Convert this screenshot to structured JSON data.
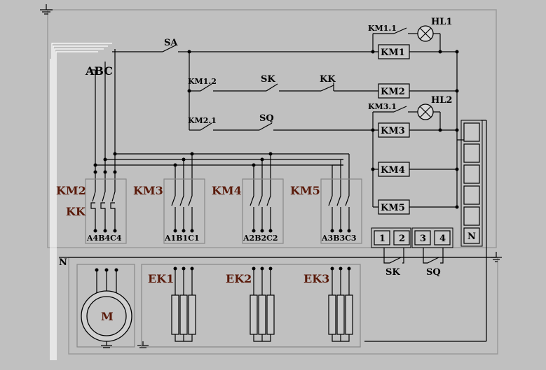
{
  "labels": {
    "phases": "ABC",
    "neutral_left": "N",
    "neutral_box": "N",
    "sa": "SA",
    "km1_1": "KM1.1",
    "hl1": "HL1",
    "km1_2": "KM1.2",
    "sk_top": "SK",
    "kk_top": "KK",
    "km3_1": "KM3.1",
    "hl2": "HL2",
    "km2_1": "KM2.1",
    "sq_top": "SQ",
    "coil_km1": "KM1",
    "coil_km2": "KM2",
    "coil_km3": "KM3",
    "coil_km4": "KM4",
    "coil_km5": "KM5",
    "block_km2": "KM2",
    "block_kk": "KK",
    "block_km3": "KM3",
    "block_km4": "KM4",
    "block_km5": "KM5",
    "term_a4b4c4": "A4B4C4",
    "term_a1b1c1": "A1B1C1",
    "term_a2b2c2": "A2B2C2",
    "term_a3b3c3": "A3B3C3",
    "t1": "1",
    "t2": "2",
    "t3": "3",
    "t4": "4",
    "sk_bottom": "SK",
    "sq_bottom": "SQ",
    "motor": "M",
    "ek1": "EK1",
    "ek2": "EK2",
    "ek3": "EK3"
  },
  "colors": {
    "background": "#c0c0c0",
    "wire": "#000000",
    "label_brown": "#5a1a0a"
  },
  "icons": {
    "lamp": "lamp-icon",
    "motor": "motor-icon",
    "ground": "ground-icon",
    "heater": "heater-icon"
  }
}
